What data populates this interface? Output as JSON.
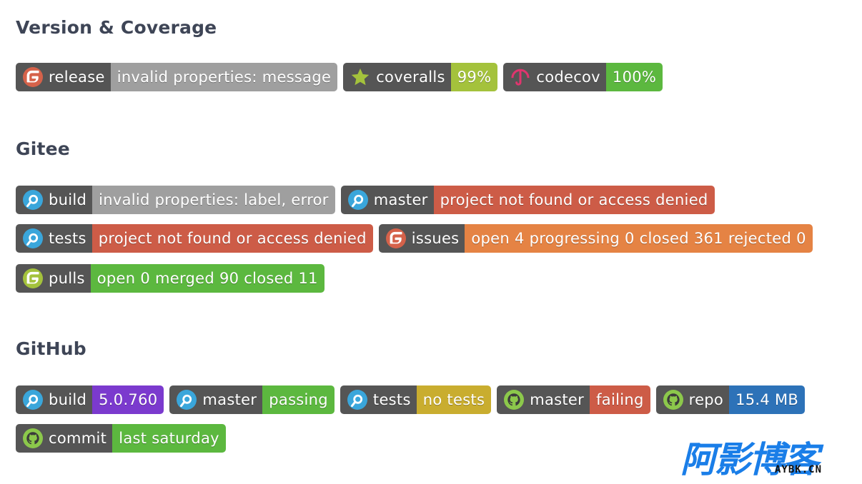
{
  "colors": {
    "label_bg": "#555555",
    "gray": "#9f9f9f",
    "yellowgreen": "#a4c23c",
    "green": "#5cb83f",
    "red": "#cd5c47",
    "orange": "#e58344",
    "purple": "#7b3ace",
    "yellow": "#c9ad2f",
    "blue": "#2d72b8"
  },
  "sections": {
    "version": {
      "title": "Version & Coverage",
      "badges": [
        {
          "icon": "gitee-icon",
          "label": "release",
          "message": "invalid properties: message",
          "color": "#9f9f9f"
        },
        {
          "icon": "star-icon",
          "label": "coveralls",
          "message": "99%",
          "color": "#a4c23c"
        },
        {
          "icon": "codecov-umbrella-icon",
          "label": "codecov",
          "message": "100%",
          "color": "#5cb83f"
        }
      ]
    },
    "gitee": {
      "title": "Gitee",
      "badges": [
        {
          "icon": "appveyor-icon",
          "label": "build",
          "message": "invalid properties: label, error",
          "color": "#9f9f9f"
        },
        {
          "icon": "appveyor-icon",
          "label": "master",
          "message": "project not found or access denied",
          "color": "#cd5c47"
        },
        {
          "icon": "appveyor-icon",
          "label": "tests",
          "message": "project not found or access denied",
          "color": "#cd5c47"
        },
        {
          "icon": "gitee-icon",
          "label": "issues",
          "message": "open 4 progressing 0 closed 361 rejected 0",
          "color": "#e58344"
        },
        {
          "icon": "gitee-icon",
          "label": "pulls",
          "message": "open 0 merged 90 closed 11",
          "color": "#5cb83f"
        }
      ]
    },
    "github": {
      "title": "GitHub",
      "badges": [
        {
          "icon": "appveyor-icon",
          "label": "build",
          "message": "5.0.760",
          "color": "#7b3ace"
        },
        {
          "icon": "appveyor-icon",
          "label": "master",
          "message": "passing",
          "color": "#5cb83f"
        },
        {
          "icon": "appveyor-icon",
          "label": "tests",
          "message": "no tests",
          "color": "#c9ad2f"
        },
        {
          "icon": "github-icon",
          "label": "master",
          "message": "failing",
          "color": "#cd5c47"
        },
        {
          "icon": "github-icon",
          "label": "repo",
          "message": "15.4 MB",
          "color": "#2d72b8"
        },
        {
          "icon": "github-icon",
          "label": "commit",
          "message": "last saturday",
          "color": "#5cb83f"
        }
      ]
    }
  },
  "watermark": {
    "chinese": "阿影博客",
    "domain": "AYBK.CN"
  }
}
